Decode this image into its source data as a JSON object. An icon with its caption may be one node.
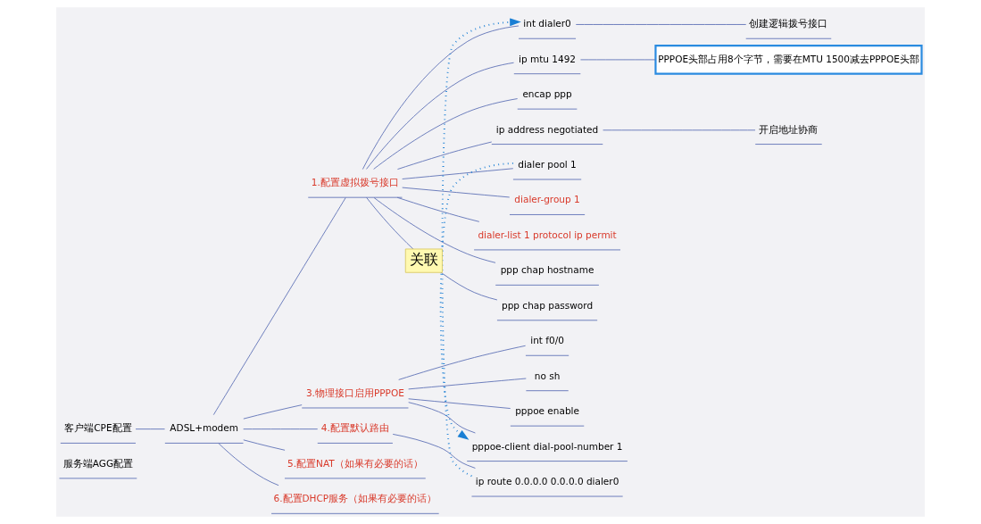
{
  "diagram": {
    "nodes": [
      {
        "text": [
          "服务端AGG配置"
        ]
      },
      {
        "text": [
          "客户端CPE配置"
        ]
      },
      {
        "text": [
          "ADSL+modem"
        ]
      },
      {
        "text": [
          "1.配置虚拟拨号接口"
        ]
      },
      {
        "text": [
          "int dialer0"
        ]
      },
      {
        "text": [
          "创建逻辑拨号接口"
        ]
      },
      {
        "text": [
          "ip mtu 1492"
        ]
      },
      {
        "text": [
          "PPPOE头部占用8个字节，需要在MTU 1500减去PPPOE头部"
        ]
      },
      {
        "text": [
          "encap ppp"
        ]
      },
      {
        "text": [
          "ip address negotiated"
        ]
      },
      {
        "text": [
          "开启地址协商"
        ]
      },
      {
        "text": [
          "dialer pool 1"
        ]
      },
      {
        "text": [
          "dialer-group 1"
        ]
      },
      {
        "text": [
          "dialer-list 1 protocol ip permit"
        ]
      },
      {
        "text": [
          "ppp chap hostname"
        ]
      },
      {
        "text": [
          "ppp chap password"
        ]
      },
      {
        "text": [
          "3.物理接口启用PPPOE"
        ]
      },
      {
        "text": [
          "int f0/0"
        ]
      },
      {
        "text": [
          "no sh"
        ]
      },
      {
        "text": [
          "pppoe enable"
        ]
      },
      {
        "text": [
          "pppoe-client dial-pool-number 1"
        ]
      },
      {
        "text": [
          "4.配置默认路由"
        ]
      },
      {
        "text": [
          "ip route 0.0.0.0 0.0.0.0 dialer0"
        ]
      },
      {
        "text": [
          "5.配置NAT（如果有必要的话）"
        ]
      },
      {
        "text": [
          "6.配置DHCP服务（如果有必要的话）"
        ]
      }
    ],
    "edges": [
      {
        "from": 1,
        "to": 2,
        "arrow": "none"
      },
      {
        "from": 2,
        "to": 3,
        "arrow": "none"
      },
      {
        "from": 3,
        "to": 4,
        "arrow": "none"
      },
      {
        "from": 4,
        "to": 5,
        "arrow": "none"
      },
      {
        "from": 3,
        "to": 6,
        "arrow": "none"
      },
      {
        "from": 6,
        "to": 7,
        "arrow": "none"
      },
      {
        "from": 3,
        "to": 8,
        "arrow": "none"
      },
      {
        "from": 3,
        "to": 9,
        "arrow": "none"
      },
      {
        "from": 9,
        "to": 10,
        "arrow": "none"
      },
      {
        "from": 3,
        "to": 11,
        "arrow": "none"
      },
      {
        "from": 3,
        "to": 12,
        "arrow": "none"
      },
      {
        "from": 3,
        "to": 13,
        "arrow": "none"
      },
      {
        "from": 3,
        "to": 14,
        "arrow": "none"
      },
      {
        "from": 3,
        "to": 15,
        "arrow": "none"
      },
      {
        "from": 2,
        "to": 16,
        "arrow": "none"
      },
      {
        "from": 16,
        "to": 17,
        "arrow": "none"
      },
      {
        "from": 16,
        "to": 18,
        "arrow": "none"
      },
      {
        "from": 16,
        "to": 19,
        "arrow": "none"
      },
      {
        "from": 16,
        "to": 20,
        "arrow": "none"
      },
      {
        "from": 2,
        "to": 21,
        "arrow": "none"
      },
      {
        "from": 21,
        "to": 22,
        "arrow": "none"
      },
      {
        "from": 2,
        "to": 23,
        "arrow": "none"
      },
      {
        "from": 2,
        "to": 24,
        "arrow": "none"
      },
      {
        "from": 11,
        "to": 20,
        "arrow": "to",
        "style": "dashed",
        "color": "#1a7fd4"
      },
      {
        "from": 22,
        "to": 4,
        "arrow": "to",
        "style": "dashed",
        "color": "#1a7fd4",
        "label": "关联"
      }
    ]
  }
}
